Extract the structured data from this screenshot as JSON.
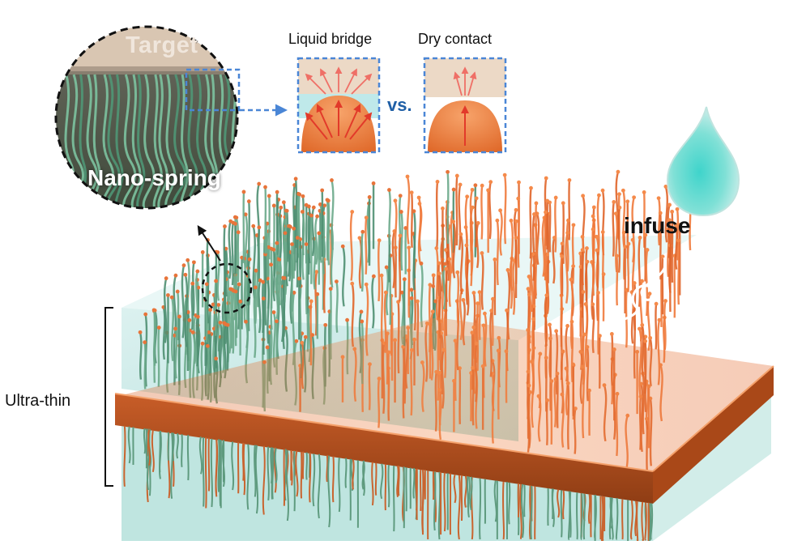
{
  "labels": {
    "target": "Target",
    "nano_spring": "Nano-spring",
    "liquid_bridge": "Liquid bridge",
    "vs": "vs.",
    "dry_contact": "Dry contact",
    "infuse": "infuse",
    "ultra_thin": "Ultra-thin"
  },
  "colors": {
    "copper": "#e8743a",
    "copper_dark": "#b8531f",
    "liquid": "#8fd3cf",
    "target_beige": "#e9d7c6",
    "dashed_blue": "#4a86d6",
    "arrow_red": "#e23a2a",
    "nanowire_green": "#5fae8a"
  },
  "icons": [
    "droplet-icon",
    "swirl-arrow-icon",
    "pointer-arrow-icon",
    "dashed-arrow-icon"
  ]
}
